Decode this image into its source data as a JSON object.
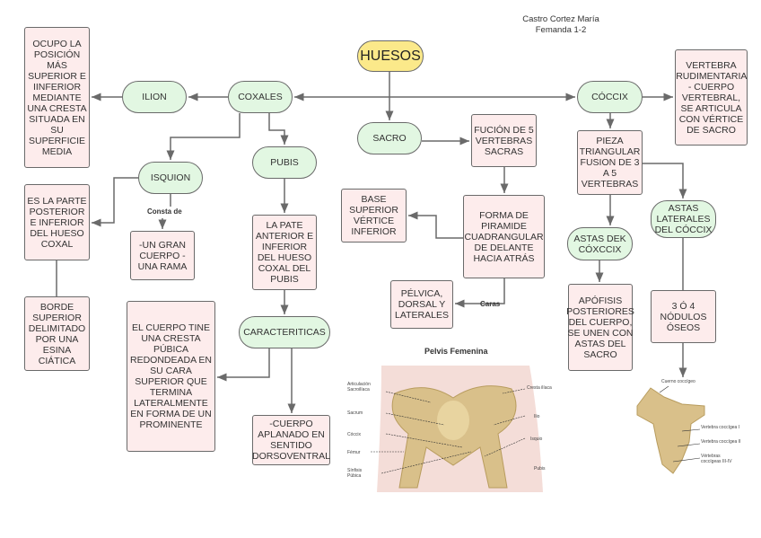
{
  "author": {
    "line1": "Castro Cortez María",
    "line2": "Femanda 1-2"
  },
  "nodes": {
    "huesos": "HUESOS",
    "coxales": "COXALES",
    "ilion": "ILION",
    "ilion_desc": "OCUPO LA POSICIÓN MÁS SUPERIOR E IINFERIOR MEDIANTE UNA CRESTA SITUADA EN SU SUPERFICIE MEDIA",
    "isquion": "ISQUION",
    "isquion_desc": "ES LA PARTE POSTERIOR E INFERIOR DEL HUESO COXAL",
    "isquion_borde": "BORDE SUPERIOR DELIMITADO POR UNA ESINA CIÁTICA",
    "consta_de": "Consta de",
    "isquion_partes": "-UN GRAN CUERPO -UNA RAMA",
    "pubis": "PUBIS",
    "pubis_desc": "LA PATE ANTERIOR E INFERIOR DEL HUESO COXAL DEL PUBIS",
    "caracteristicas": "CARACTERITICAS",
    "caract_1": "EL CUERPO TINE UNA CRESTA PÚBICA REDONDEADA EN SU CARA SUPERIOR QUE TERMINA LATERALMENTE EN FORMA DE UN PROMINENTE",
    "caract_2": "-CUERPO APLANADO EN SENTIDO DORSOVENTRAL",
    "sacro": "SACRO",
    "sacro_fusion": "FUCIÓN DE 5 VERTEBRAS SACRAS",
    "sacro_forma": "FORMA DE PIRAMIDE CUADRANGULAR DE DELANTE HACIA ATRÁS",
    "sacro_base": "BASE SUPERIOR VÉRTICE INFERIOR",
    "caras": "Caras",
    "sacro_caras": "PÉLVICA, DORSAL Y LATERALES",
    "coccix": "CÓCCIX",
    "coccix_desc": "VERTEBRA RUDIMENTARIA - CUERPO VERTEBRAL, SE ARTICULA CON VÉRTICE DE SACRO",
    "coccix_pieza": "PIEZA TRIANGULAR FUSION DE 3 A 5 VERTEBRAS",
    "astas": "ASTAS DEK CÓXCCIX",
    "astas_desc": "APÓFISIS POSTERIORES DEL CUERPO, SE UNEN CON ASTAS DEL SACRO",
    "astas_laterales": "ASTAS LATERALES DEL CÓCCIX",
    "nodulos": "3 Ó 4 NÓDULOS ÓSEOS"
  },
  "pelvis_image": {
    "title": "Pelvis Femenina",
    "labels": [
      "Articulación Sacroilíaca",
      "Sacrum",
      "Cóccix",
      "Fémur",
      "Sínfisis Púbica",
      "Cresta ilíaca",
      "Ilio",
      "Isquio",
      "Pubis"
    ]
  },
  "coccyx_image": {
    "labels": [
      "Cuerno coccígeo",
      "Vertebra coccígea I",
      "Vertebra coccígea II",
      "Vértebras coccígeas III-IV"
    ]
  },
  "colors": {
    "root": "#fbe98a",
    "pill": "#e2f7e2",
    "box": "#fdecec",
    "line": "#6a6a6a"
  }
}
